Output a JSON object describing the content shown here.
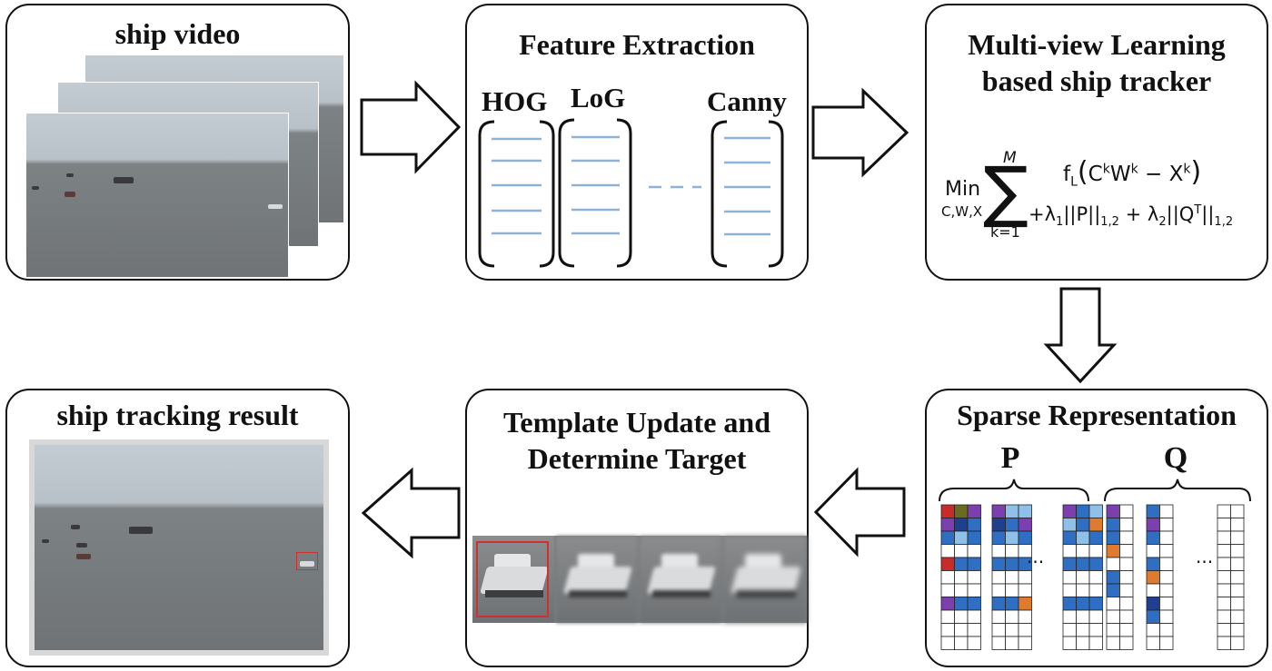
{
  "boxes": {
    "ship_video": {
      "title": "ship video"
    },
    "feature_extraction": {
      "title": "Feature Extraction",
      "labels": {
        "hog": "HOG",
        "log": "LoG",
        "canny": "Canny"
      }
    },
    "tracker": {
      "title_line1": "Multi-view Learning",
      "title_line2": "based ship tracker"
    },
    "sparse": {
      "title": "Sparse Representation",
      "p_label": "P",
      "q_label": "Q",
      "ellipsis": "···"
    },
    "template": {
      "title_line1": "Template Update and",
      "title_line2": "Determine Target"
    },
    "result": {
      "title": "ship tracking result"
    }
  },
  "formula": {
    "min": "Min",
    "min_sub": "C,W,X",
    "sum_upper": "M",
    "sum_lower": "k=1",
    "term1": "f_L(C^k W^k − X^k)",
    "term2": "+λ1||P||1,2 + λ2||Q^T||1,2"
  },
  "colors": {
    "border": "#111111",
    "feature_line": "#8fb3d6",
    "matrix_dark": "#1f3f8f",
    "matrix_mid": "#2e6fc4",
    "matrix_light": "#8ec0ea",
    "matrix_purple": "#7b3fb0",
    "matrix_orange": "#e07a2e",
    "matrix_red": "#c92a2a",
    "matrix_olive": "#6b6b1f",
    "track_box": "#d03030"
  },
  "icons": [
    "arrow-right-icon",
    "arrow-down-icon",
    "arrow-left-icon",
    "bracket-icon"
  ]
}
